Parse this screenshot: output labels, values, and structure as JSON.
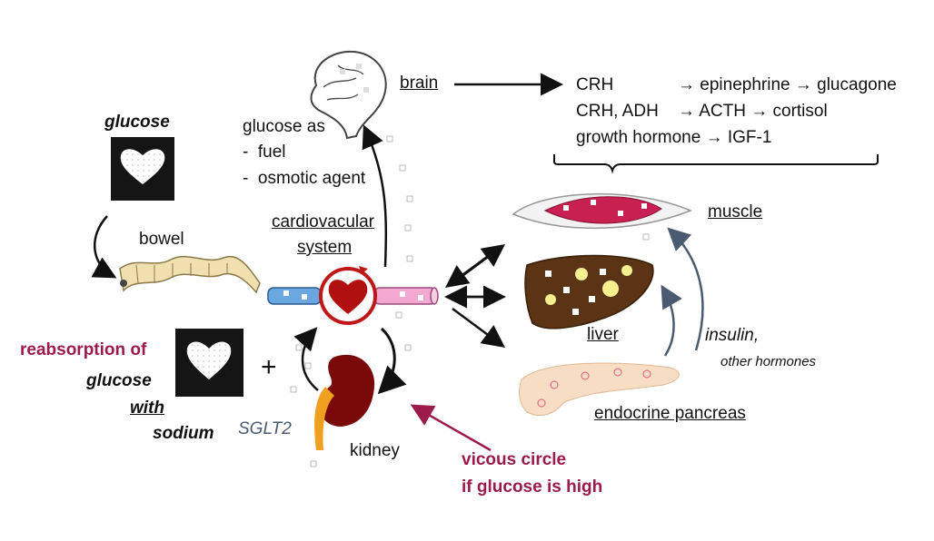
{
  "diagram": {
    "glucose_title": "glucose",
    "bowel": "bowel",
    "brain": "brain",
    "glucose_as": "glucose as",
    "fuel": "fuel",
    "osmotic_agent": "osmotic agent",
    "bullet": "-",
    "cardio_line1": "cardiovacular",
    "cardio_line2": "system",
    "hormones": {
      "r1_left": "CRH",
      "r1_right": "→ epinephrine → glucagone",
      "r2_left": "CRH, ADH",
      "r2_right": "→ ACTH → cortisol",
      "r3": "growth hormone → IGF-1"
    },
    "muscle": "muscle",
    "liver": "liver",
    "endocrine_pancreas": "endocrine pancreas",
    "insulin": "insulin,",
    "other_hormones": "other hormones",
    "reabsorption_of": "reabsorption of",
    "glucose2": "glucose",
    "with": "with",
    "sodium": "sodium",
    "plus": "+",
    "sglt2": "SGLT2",
    "kidney": "kidney",
    "vicious1": "vicous circle",
    "vicious2": "if glucose is high"
  },
  "colors": {
    "accent_red": "#9b1b4b",
    "insulin_arrow": "#4a5a70",
    "heart": "#b01010",
    "kidney": "#7a0a0a"
  }
}
